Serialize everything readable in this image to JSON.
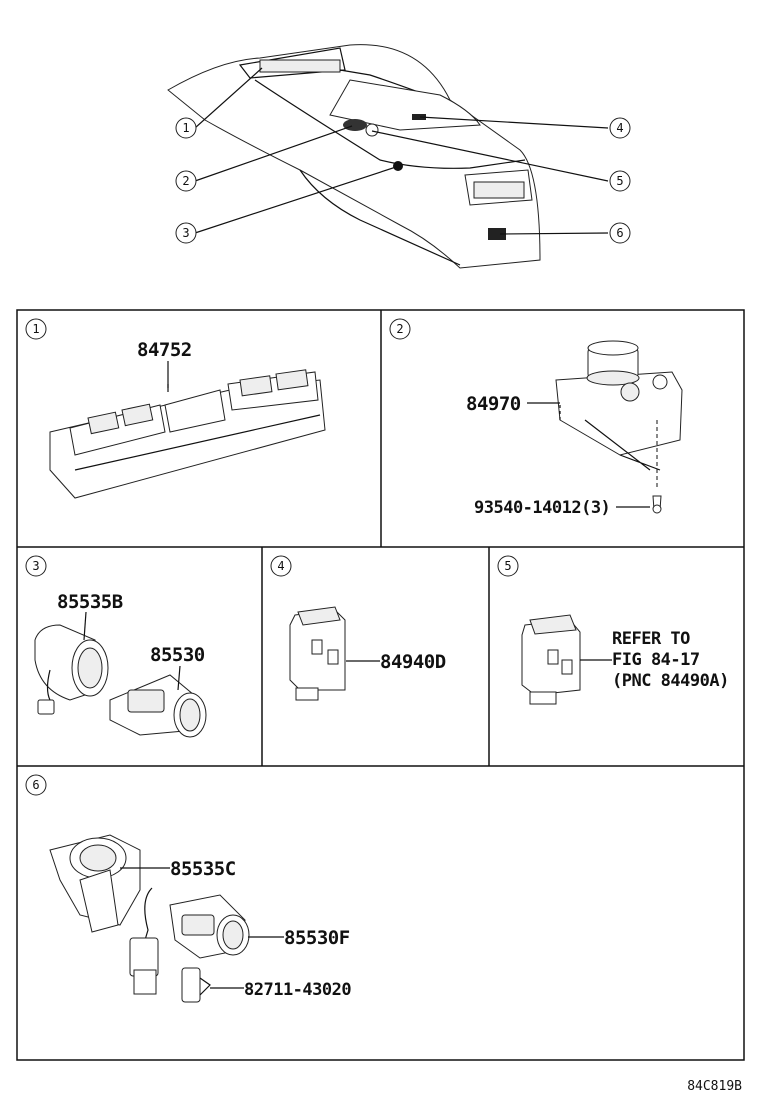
{
  "overview": {
    "callouts": [
      "1",
      "2",
      "3",
      "4",
      "5",
      "6"
    ]
  },
  "panels": [
    {
      "number": "1",
      "parts": [
        "84752"
      ]
    },
    {
      "number": "2",
      "parts": [
        "84970",
        "93540-14012(3)"
      ]
    },
    {
      "number": "3",
      "parts": [
        "85535B",
        "85530"
      ]
    },
    {
      "number": "4",
      "parts": [
        "84940D"
      ]
    },
    {
      "number": "5",
      "refer": [
        "REFER TO",
        "FIG 84-17",
        "(PNC 84490A)"
      ]
    },
    {
      "number": "6",
      "parts": [
        "85535C",
        "85530F",
        "82711-43020"
      ]
    }
  ],
  "figure_code": "84C819B"
}
